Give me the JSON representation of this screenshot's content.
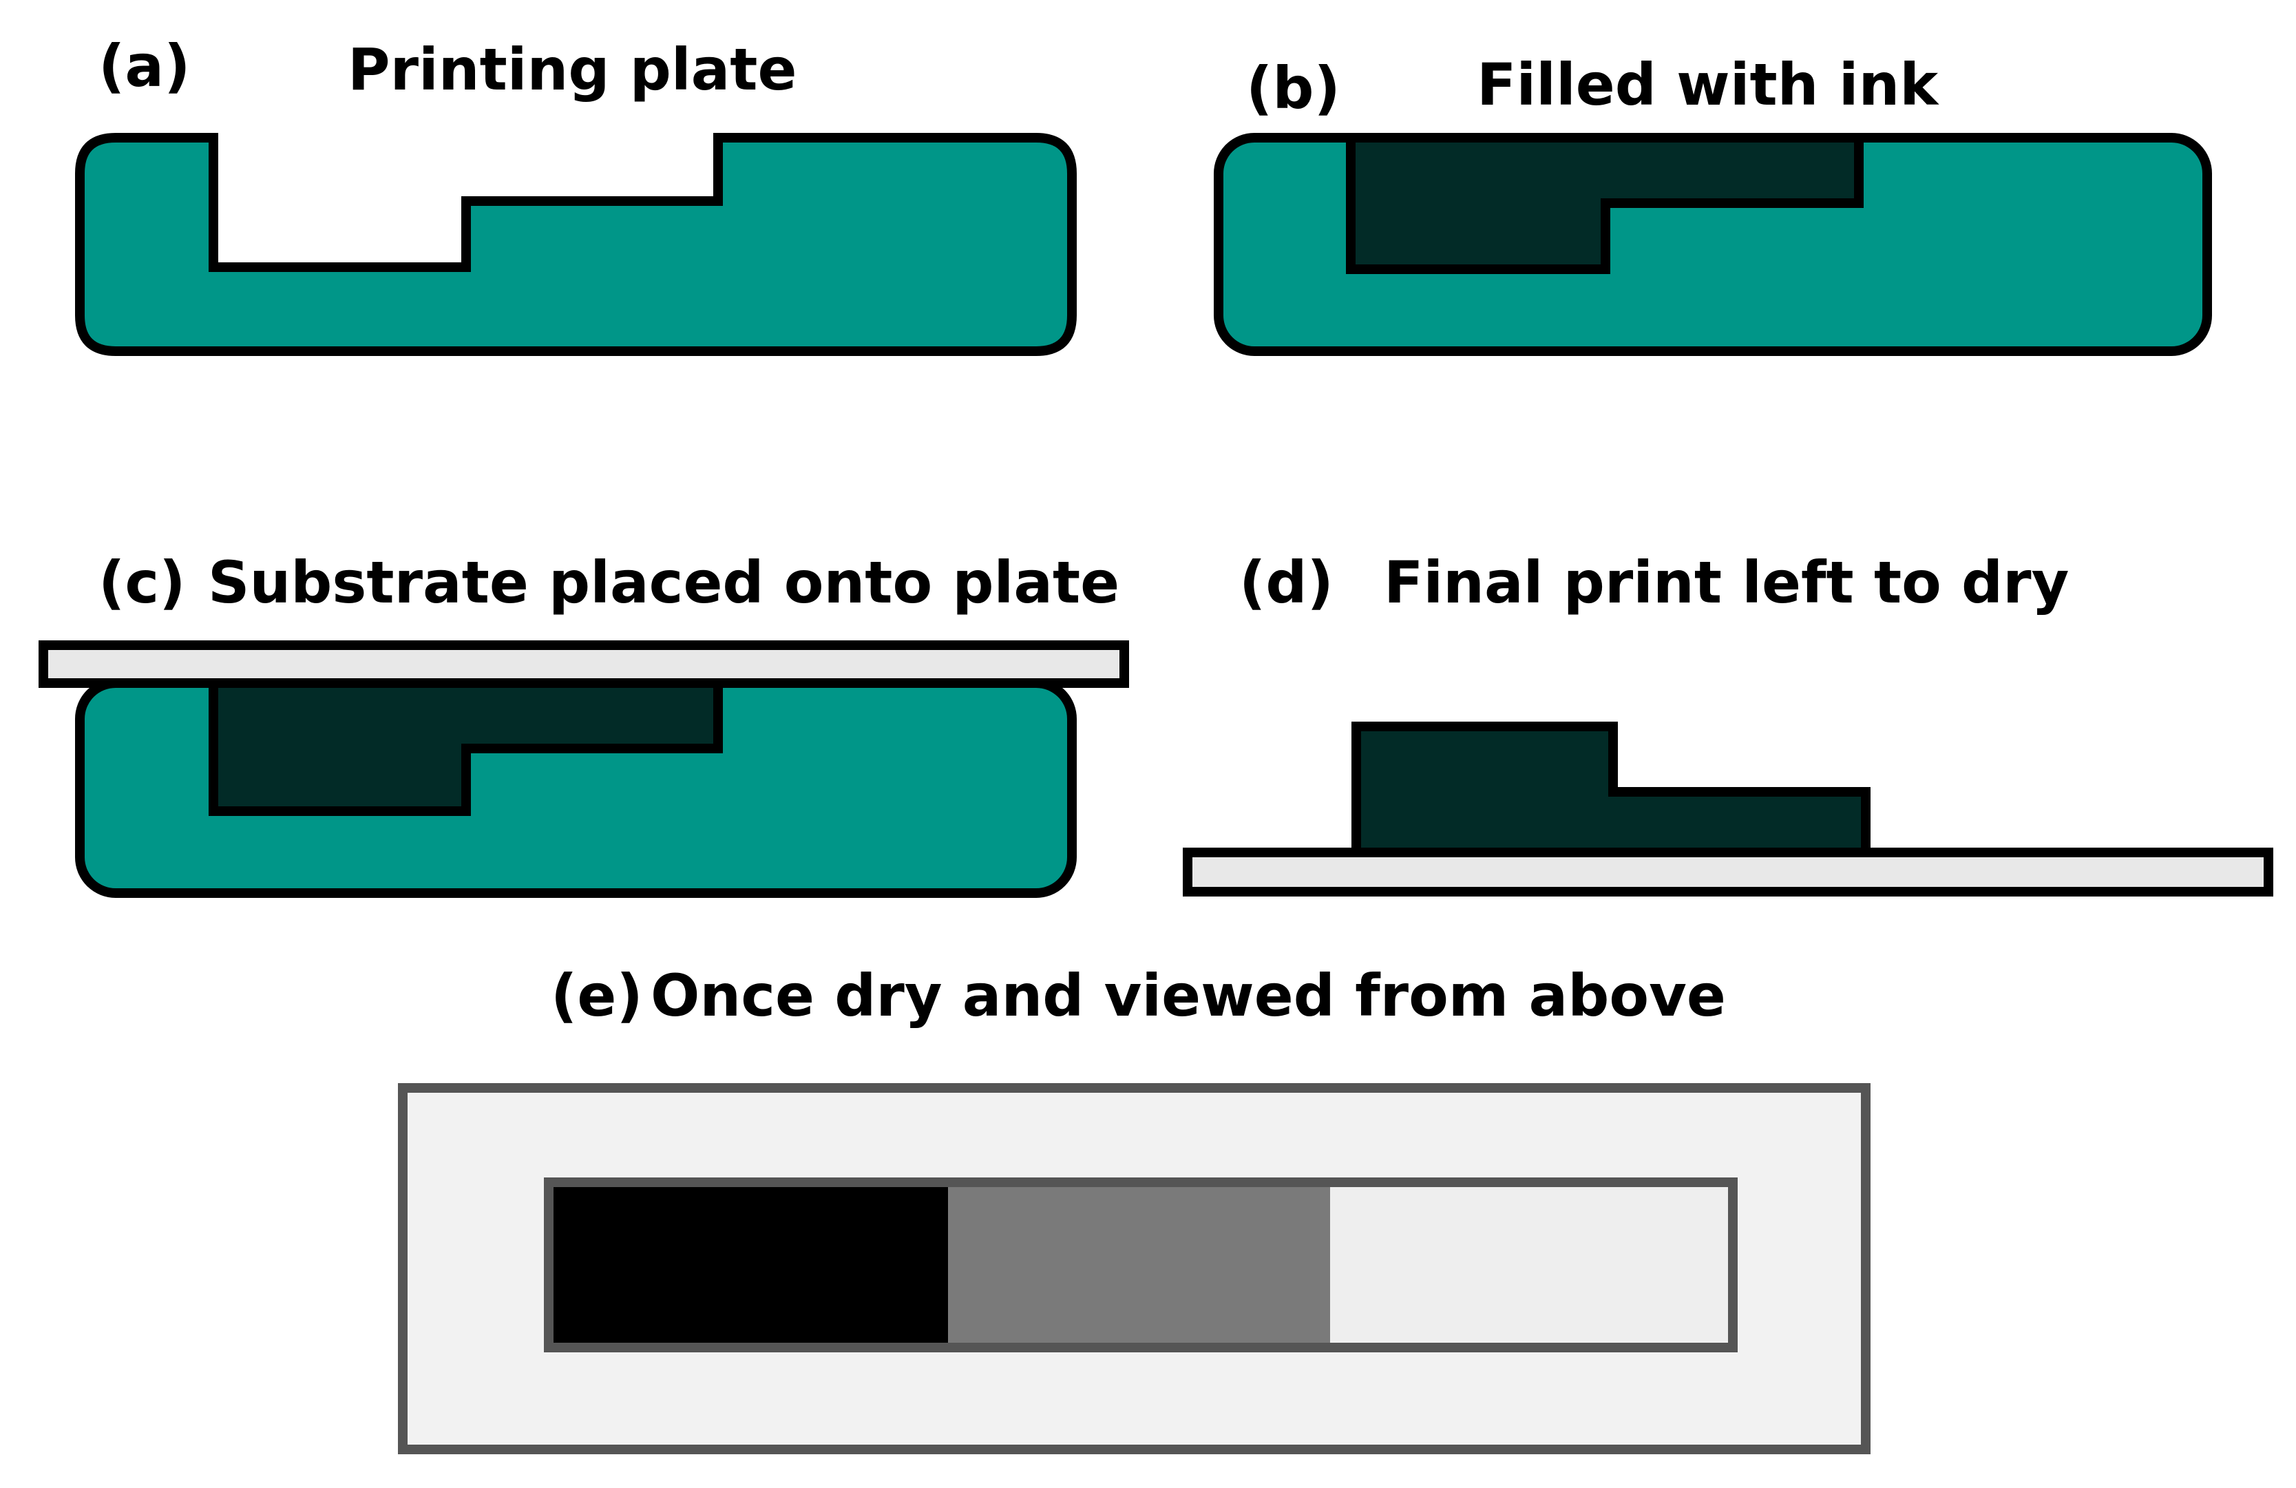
{
  "panels": {
    "a": {
      "tag": "(a)",
      "title": "Printing plate"
    },
    "b": {
      "tag": "(b)",
      "title": "Filled with ink"
    },
    "c": {
      "tag": "(c)",
      "title": "Substrate placed onto plate"
    },
    "d": {
      "tag": "(d)",
      "title": "Final print left to dry"
    },
    "e": {
      "tag": "(e)",
      "title": "Once dry and viewed from above"
    }
  },
  "colors": {
    "plate": "#009688",
    "ink": "#022b27",
    "outline": "#000000",
    "substrate": "#e8e8e8",
    "top_view_frame": "#555555",
    "top_view_bg": "#f2f2f2",
    "tone_dark": "#000000",
    "tone_medium": "#7a7a7a",
    "tone_light": "#eeeeee"
  }
}
